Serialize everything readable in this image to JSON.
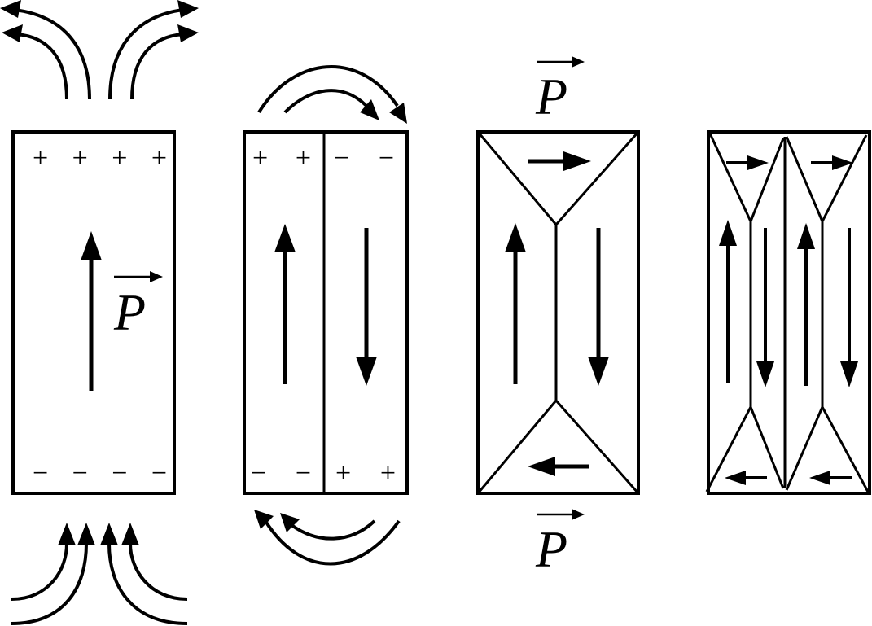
{
  "panels": [
    {
      "id": "single-domain",
      "top_charges": "+ + + +",
      "bottom_charges": "− − − −",
      "polarization_label": "P"
    },
    {
      "id": "two-domains",
      "top_left_charges": "+ +",
      "top_right_charges": "− −",
      "bottom_left_charges": "− −",
      "bottom_right_charges": "+ +"
    },
    {
      "id": "closure-domains",
      "top_label": "P",
      "bottom_label": "P"
    },
    {
      "id": "multi-closure-domains"
    }
  ],
  "colors": {
    "line": "#000000",
    "background": "#ffffff"
  }
}
